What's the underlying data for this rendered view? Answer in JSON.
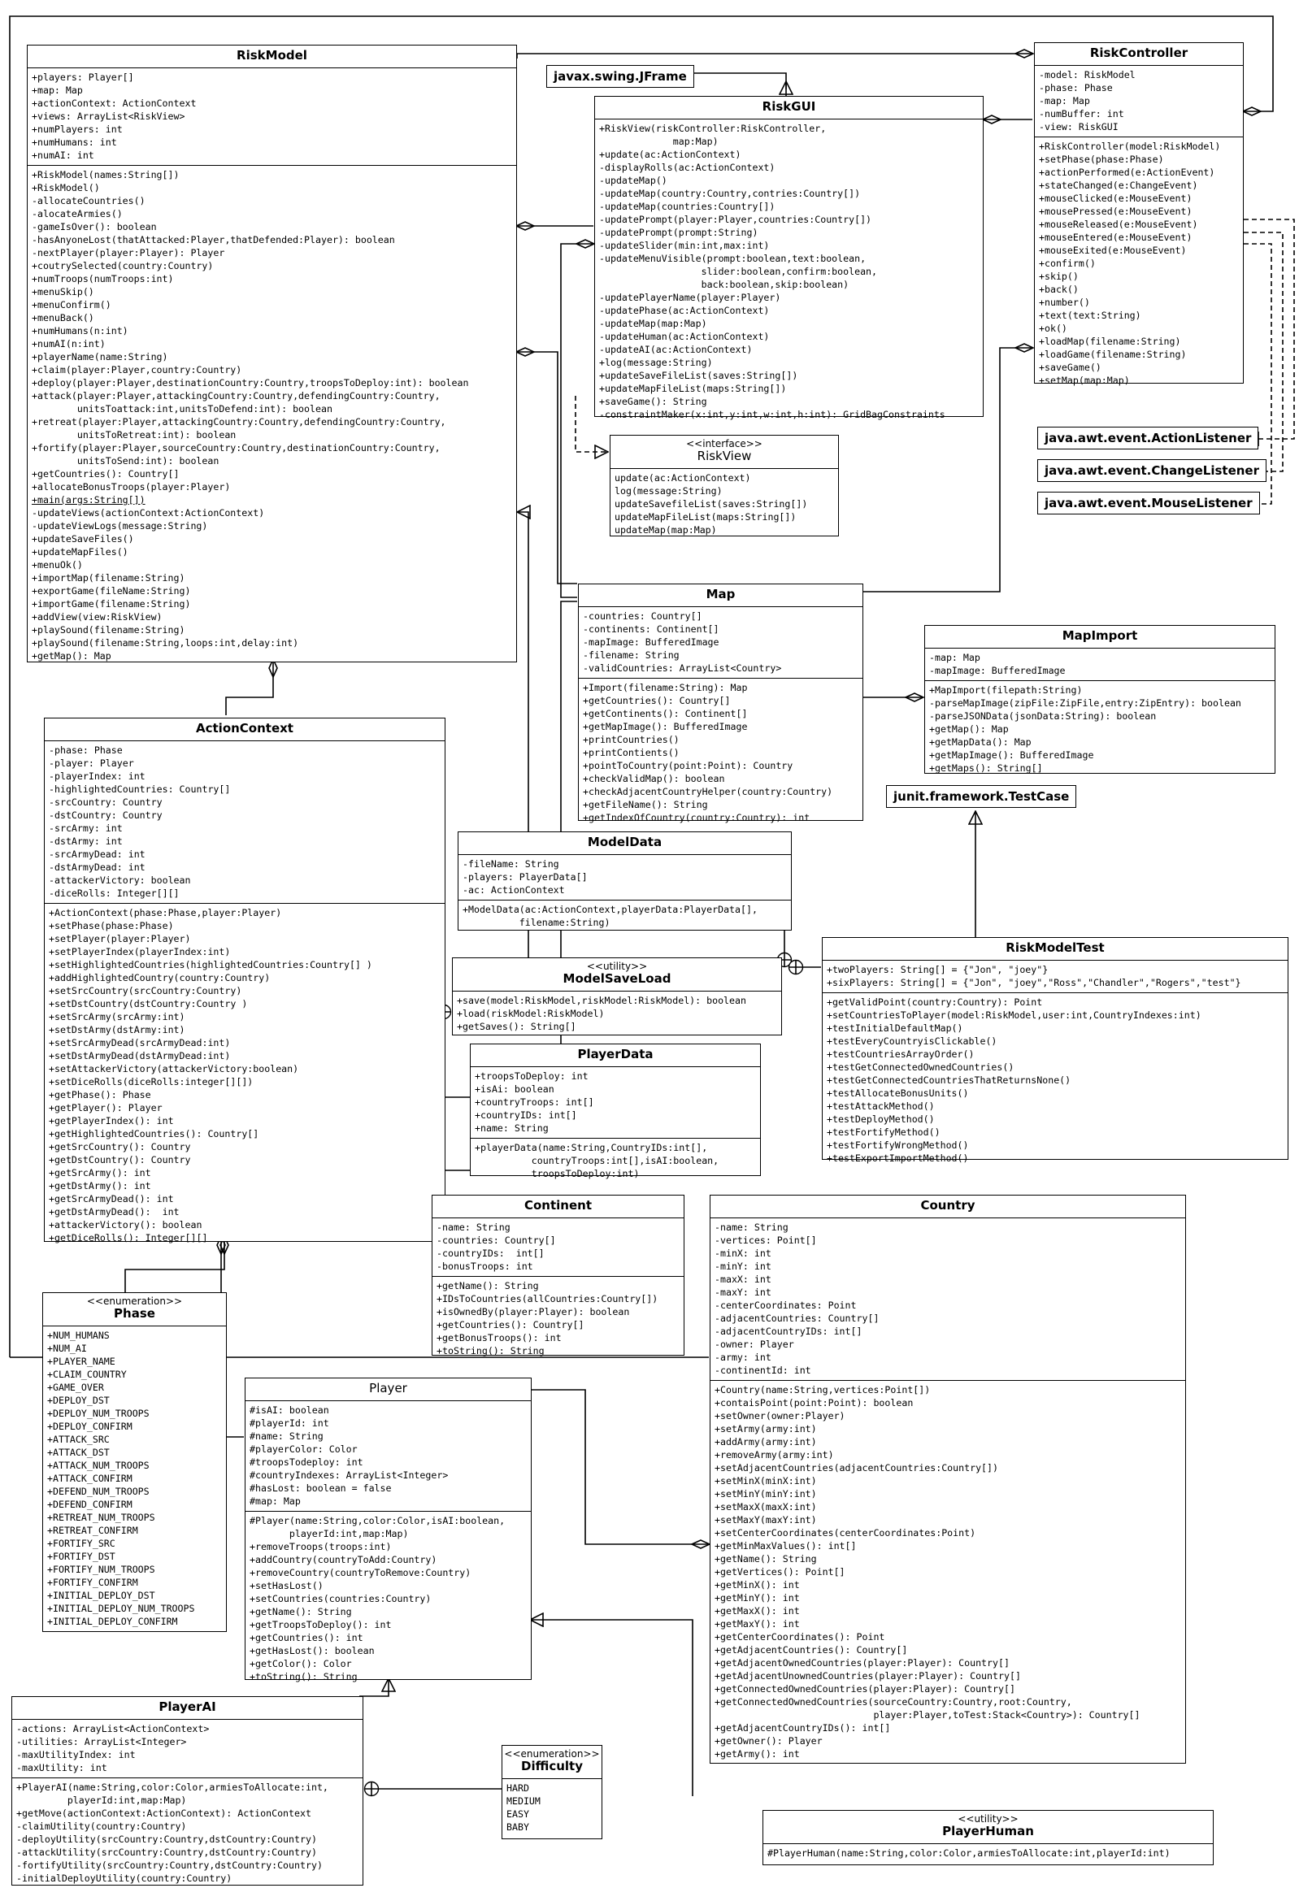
{
  "tags": {
    "jframe": "javax.swing.JFrame",
    "action_listener": "java.awt.event.ActionListener",
    "change_listener": "java.awt.event.ChangeListener",
    "mouse_listener": "java.awt.event.MouseListener",
    "testcase": "junit.framework.TestCase"
  },
  "classes": {
    "riskmodel": {
      "name": "RiskModel",
      "attributes": [
        "+players: Player[]",
        "+map: Map",
        "+actionContext: ActionContext",
        "+views: ArrayList<RiskView>",
        "+numPlayers: int",
        "+numHumans: int",
        "+numAI: int"
      ],
      "methods": [
        "+RiskModel(names:String[])",
        "+RiskModel()",
        "-allocateCountries()",
        "-alocateArmies()",
        "-gameIsOver(): boolean",
        "-hasAnyoneLost(thatAttacked:Player,thatDefended:Player): boolean",
        "-nextPlayer(player:Player): Player",
        "+coutrySelected(country:Country)",
        "+numTroops(numTroops:int)",
        "+menuSkip()",
        "+menuConfirm()",
        "+menuBack()",
        "+numHumans(n:int)",
        "+numAI(n:int)",
        "+playerName(name:String)",
        "+claim(player:Player,country:Country)",
        "+deploy(player:Player,destinationCountry:Country,troopsToDeploy:int): boolean",
        "+attack(player:Player,attackingCountry:Country,defendingCountry:Country,",
        "        unitsToattack:int,unitsToDefend:int): boolean",
        "+retreat(player:Player,attackingCountry:Country,defendingCountry:Country,",
        "        unitsToRetreat:int): boolean",
        "+fortify(player:Player,sourceCountry:Country,destinationCountry:Country,",
        "        unitsToSend:int): boolean",
        "+getCountries(): Country[]",
        "+allocateBonusTroops(player:Player)",
        "+main(args:String[])",
        "-updateViews(actionContext:ActionContext)",
        "-updateViewLogs(message:String)",
        "+updateSaveFiles()",
        "+updateMapFiles()",
        "+menuOk()",
        "+importMap(filename:String)",
        "+exportGame(fileName:String)",
        "+importGame(filename:String)",
        "+addView(view:RiskView)",
        "+playSound(filename:String)",
        "+playSound(filename:String,loops:int,delay:int)",
        "+getMap(): Map"
      ]
    },
    "riskcontroller": {
      "name": "RiskController",
      "attributes": [
        "-model: RiskModel",
        "-phase: Phase",
        "-map: Map",
        "-numBuffer: int",
        "-view: RiskGUI"
      ],
      "methods": [
        "+RiskController(model:RiskModel)",
        "+setPhase(phase:Phase)",
        "+actionPerformed(e:ActionEvent)",
        "+stateChanged(e:ChangeEvent)",
        "+mouseClicked(e:MouseEvent)",
        "+mousePressed(e:MouseEvent)",
        "+mouseReleased(e:MouseEvent)",
        "+mouseEntered(e:MouseEvent)",
        "+mouseExited(e:MouseEvent)",
        "+confirm()",
        "+skip()",
        "+back()",
        "+number()",
        "+text(text:String)",
        "+ok()",
        "+loadMap(filename:String)",
        "+loadGame(filename:String)",
        "+saveGame()",
        "+setMap(map:Map)"
      ]
    },
    "riskgui": {
      "name": "RiskGUI",
      "methods": [
        "+RiskView(riskController:RiskController,",
        "             map:Map)",
        "+update(ac:ActionContext)",
        "-displayRolls(ac:ActionContext)",
        "-updateMap()",
        "-updateMap(country:Country,contries:Country[])",
        "-updateMap(countries:Country[])",
        "-updatePrompt(player:Player,countries:Country[])",
        "-updatePrompt(prompt:String)",
        "-updateSlider(min:int,max:int)",
        "-updateMenuVisible(prompt:boolean,text:boolean,",
        "                  slider:boolean,confirm:boolean,",
        "                  back:boolean,skip:boolean)",
        "-updatePlayerName(player:Player)",
        "-updatePhase(ac:ActionContext)",
        "-updateMap(map:Map)",
        "-updateHuman(ac:ActionContext)",
        "-updateAI(ac:ActionContext)",
        "+log(message:String)",
        "+updateSaveFileList(saves:String[])",
        "+updateMapFileList(maps:String[])",
        "+saveGame(): String",
        "-constraintMaker(x:int,y:int,w:int,h:int): GridBagConstraints"
      ]
    },
    "riskview": {
      "stereotype": "<<interface>>",
      "name": "RiskView",
      "methods": [
        "update(ac:ActionContext)",
        "log(message:String)",
        "updateSavefileList(saves:String[])",
        "updateMapFileList(maps:String[])",
        "updateMap(map:Map)"
      ]
    },
    "map": {
      "name": "Map",
      "attributes": [
        "-countries: Country[]",
        "-continents: Continent[]",
        "-mapImage: BufferedImage",
        "-filename: String",
        "-validCountries: ArrayList<Country>"
      ],
      "methods": [
        "+Import(filename:String): Map",
        "+getCountries(): Country[]",
        "+getContinents(): Continent[]",
        "+getMapImage(): BufferedImage",
        "+printCountries()",
        "+printContients()",
        "+pointToCountry(point:Point): Country",
        "+checkValidMap(): boolean",
        "+checkAdjacentCountryHelper(country:Country)",
        "+getFileName(): String",
        "+getIndexOfCountry(country:Country): int"
      ]
    },
    "mapimport": {
      "name": "MapImport",
      "attributes": [
        "-map: Map",
        "-mapImage: BufferedImage"
      ],
      "methods": [
        "+MapImport(filepath:String)",
        "-parseMapImage(zipFile:ZipFile,entry:ZipEntry): boolean",
        "-parseJSONData(jsonData:String): boolean",
        "+getMap(): Map",
        "+getMapData(): Map",
        "+getMapImage(): BufferedImage",
        "+getMaps(): String[]"
      ]
    },
    "actioncontext": {
      "name": "ActionContext",
      "attributes": [
        "-phase: Phase",
        "-player: Player",
        "-playerIndex: int",
        "-highlightedCountries: Country[]",
        "-srcCountry: Country",
        "-dstCountry: Country",
        "-srcArmy: int",
        "-dstArmy: int",
        "-srcArmyDead: int",
        "-dstArmyDead: int",
        "-attackerVictory: boolean",
        "-diceRolls: Integer[][]"
      ],
      "methods": [
        "+ActionContext(phase:Phase,player:Player)",
        "+setPhase(phase:Phase)",
        "+setPlayer(player:Player)",
        "+setPlayerIndex(playerIndex:int)",
        "+setHighlightedCountries(highlightedCountries:Country[] )",
        "+addHighlightedCountry(country:Country)",
        "+setSrcCountry(srcCountry:Country)",
        "+setDstCountry(dstCountry:Country )",
        "+setSrcArmy(srcArmy:int)",
        "+setDstArmy(dstArmy:int)",
        "+setSrcArmyDead(srcArmyDead:int)",
        "+setDstArmyDead(dstArmyDead:int)",
        "+setAttackerVictory(attackerVictory:boolean)",
        "+setDiceRolls(diceRolls:integer[][])",
        "+getPhase(): Phase",
        "+getPlayer(): Player",
        "+getPlayerIndex(): int",
        "+getHighlightedCountries(): Country[]",
        "+getSrcCountry(): Country",
        "+getDstCountry(): Country",
        "+getSrcArmy(): int",
        "+getDstArmy(): int",
        "+getSrcArmyDead(): int",
        "+getDstArmyDead():  int",
        "+attackerVictory(): boolean",
        "+getDiceRolls(): Integer[][]"
      ]
    },
    "modeldata": {
      "name": "ModelData",
      "attributes": [
        "-fileName: String",
        "-players: PlayerData[]",
        "-ac: ActionContext"
      ],
      "methods": [
        "+ModelData(ac:ActionContext,playerData:PlayerData[],",
        "          filename:String)"
      ]
    },
    "modelsaveload": {
      "stereotype": "<<utility>>",
      "name": "ModelSaveLoad",
      "methods": [
        "+save(model:RiskModel,riskModel:RiskModel): boolean",
        "+load(riskModel:RiskModel)",
        "+getSaves(): String[]"
      ]
    },
    "playerdata": {
      "name": "PlayerData",
      "attributes": [
        "+troopsToDeploy: int",
        "+isAi: boolean",
        "+countryTroops: int[]",
        "+countryIDs: int[]",
        "+name: String"
      ],
      "methods": [
        "+playerData(name:String,CountryIDs:int[],",
        "          countryTroops:int[],isAI:boolean,",
        "          troopsToDeploy:int)"
      ]
    },
    "riskmodeltest": {
      "name": "RiskModelTest",
      "attributes": [
        "+twoPlayers: String[] = {\"Jon\", \"joey\"}",
        "+sixPlayers: String[] = {\"Jon\", \"joey\",\"Ross\",\"Chandler\",\"Rogers\",\"test\"}"
      ],
      "methods": [
        "+getValidPoint(country:Country): Point",
        "+setCountriesToPlayer(model:RiskModel,user:int,CountryIndexes:int)",
        "+testInitialDefaultMap()",
        "+testEveryCountryisClickable()",
        "+testCountriesArrayOrder()",
        "+testGetConnectedOwnedCountries()",
        "+testGetConnectedCountriesThatReturnsNone()",
        "+testAllocateBonusUnits()",
        "+testAttackMethod()",
        "+testDeployMethod()",
        "+testFortifyMethod()",
        "+testFortifyWrongMethod()",
        "+testExportImportMethod()"
      ]
    },
    "continent": {
      "name": "Continent",
      "attributes": [
        "-name: String",
        "-countries: Country[]",
        "-countryIDs:  int[]",
        "-bonusTroops: int"
      ],
      "methods": [
        "+getName(): String",
        "+IDsToCountries(allCountries:Country[])",
        "+isOwnedBy(player:Player): boolean",
        "+getCountries(): Country[]",
        "+getBonusTroops(): int",
        "+toString(): String"
      ]
    },
    "country": {
      "name": "Country",
      "attributes": [
        "-name: String",
        "-vertices: Point[]",
        "-minX: int",
        "-minY: int",
        "-maxX: int",
        "-maxY: int",
        "-centerCoordinates: Point",
        "-adjacentCountries: Country[]",
        "-adjacentCountryIDs: int[]",
        "-owner: Player",
        "-army: int",
        "-continentId: int"
      ],
      "methods": [
        "+Country(name:String,vertices:Point[])",
        "+contaisPoint(point:Point): boolean",
        "+setOwner(owner:Player)",
        "+setArmy(army:int)",
        "+addArmy(army:int)",
        "+removeArmy(army:int)",
        "+setAdjacentCountries(adjacentCountries:Country[])",
        "+setMinX(minX:int)",
        "+setMinY(minY:int)",
        "+setMaxX(maxX:int)",
        "+setMaxY(maxY:int)",
        "+setCenterCoordinates(centerCoordinates:Point)",
        "+getMinMaxValues(): int[]",
        "+getName(): String",
        "+getVertices(): Point[]",
        "+getMinX(): int",
        "+getMinY(): int",
        "+getMaxX(): int",
        "+getMaxY(): int",
        "+getCenterCoordinates(): Point",
        "+getAdjacentCountries(): Country[]",
        "+getAdjacentOwnedCountries(player:Player): Country[]",
        "+getAdjacentUnownedCountries(player:Player): Country[]",
        "+getConnectedOwnedCountries(player:Player): Country[]",
        "+getConnectedOwnedCountries(sourceCountry:Country,root:Country,",
        "                            player:Player,toTest:Stack<Country>): Country[]",
        "+getAdjacentCountryIDs(): int[]",
        "+getOwner(): Player",
        "+getArmy(): int"
      ]
    },
    "phase": {
      "stereotype": "<<enumeration>>",
      "name": "Phase",
      "values": [
        "+NUM_HUMANS",
        "+NUM_AI",
        "+PLAYER_NAME",
        "+CLAIM_COUNTRY",
        "+GAME_OVER",
        "+DEPLOY_DST",
        "+DEPLOY_NUM_TROOPS",
        "+DEPLOY_CONFIRM",
        "+ATTACK_SRC",
        "+ATTACK_DST",
        "+ATTACK_NUM_TROOPS",
        "+ATTACK_CONFIRM",
        "+DEFEND_NUM_TROOPS",
        "+DEFEND_CONFIRM",
        "+RETREAT_NUM_TROOPS",
        "+RETREAT_CONFIRM",
        "+FORTIFY_SRC",
        "+FORTIFY_DST",
        "+FORTIFY_NUM_TROOPS",
        "+FORTIFY_CONFIRM",
        "+INITIAL_DEPLOY_DST",
        "+INITIAL_DEPLOY_NUM_TROOPS",
        "+INITIAL_DEPLOY_CONFIRM"
      ]
    },
    "player": {
      "name": "Player",
      "attributes": [
        "#isAI: boolean",
        "#playerId: int",
        "#name: String",
        "#playerColor: Color",
        "#troopsTodeploy: int",
        "#countryIndexes: ArrayList<Integer>",
        "#hasLost: boolean = false",
        "#map: Map"
      ],
      "methods": [
        "#Player(name:String,color:Color,isAI:boolean,",
        "       playerId:int,map:Map)",
        "+removeTroops(troops:int)",
        "+addCountry(countryToAdd:Country)",
        "+removeCountry(countryToRemove:Country)",
        "+setHasLost()",
        "+setCountries(countries:Country)",
        "+getName(): String",
        "+getTroopsToDeploy(): int",
        "+getCountries(): int",
        "+getHasLost(): boolean",
        "+getColor(): Color",
        "+toString(): String"
      ]
    },
    "playerai": {
      "name": "PlayerAI",
      "attributes": [
        "-actions: ArrayList<ActionContext>",
        "-utilities: ArrayList<Integer>",
        "-maxUtilityIndex: int",
        "-maxUtility: int"
      ],
      "methods": [
        "+PlayerAI(name:String,color:Color,armiesToAllocate:int,",
        "         playerId:int,map:Map)",
        "+getMove(actionContext:ActionContext): ActionContext",
        "-claimUtility(country:Country)",
        "-deployUtility(srcCountry:Country,dstCountry:Country)",
        "-attackUtility(srcCountry:Country,dstCountry:Country)",
        "-fortifyUtility(srcCountry:Country,dstCountry:Country)",
        "-initialDeployUtility(country:Country)"
      ]
    },
    "difficulty": {
      "stereotype": "<<enumeration>>",
      "name": "Difficulty",
      "values": [
        "HARD",
        "MEDIUM",
        "EASY",
        "BABY"
      ]
    },
    "playerhuman": {
      "stereotype": "<<utility>>",
      "name": "PlayerHuman",
      "methods": [
        "#PlayerHuman(name:String,color:Color,armiesToAllocate:int,playerId:int)"
      ]
    }
  }
}
